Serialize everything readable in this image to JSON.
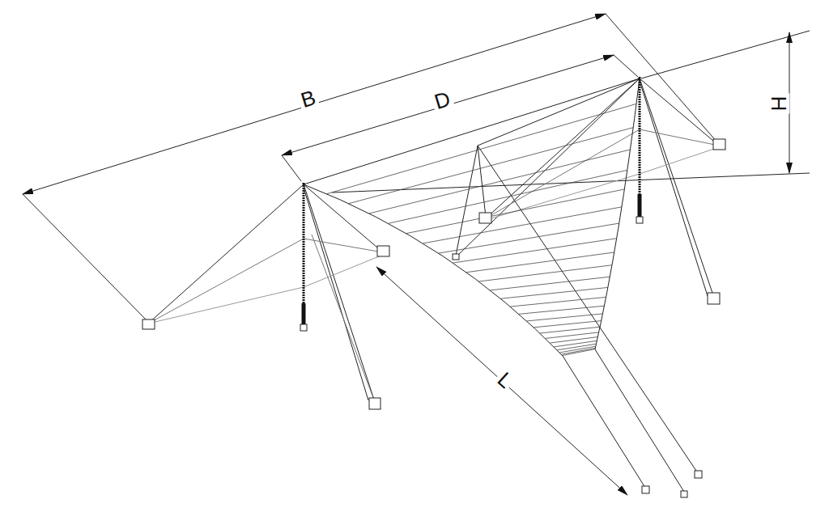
{
  "diagram": {
    "labels": [
      "B",
      "D",
      "H",
      "L"
    ]
  }
}
